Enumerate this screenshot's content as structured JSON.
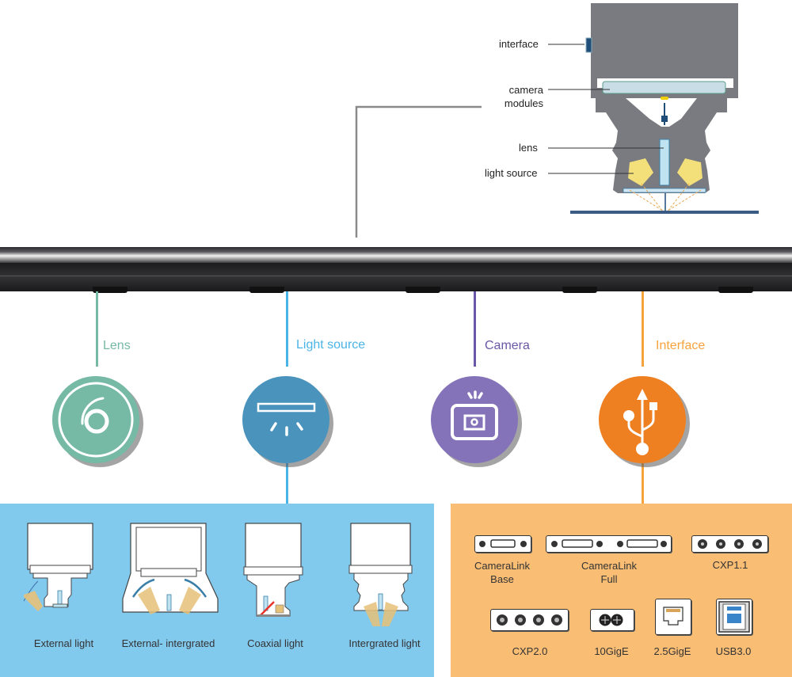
{
  "top_diagram": {
    "labels": {
      "interface": "interface",
      "camera_modules": "camera\nmodules",
      "lens": "lens",
      "light_source": "light source"
    }
  },
  "categories": [
    {
      "id": "lens",
      "label": "Lens",
      "color": "#76b9a5",
      "icon": "lens-icon"
    },
    {
      "id": "light",
      "label": "Light source",
      "color": "#4a93bd",
      "line_color": "#4bb4e6",
      "icon": "light-source-icon"
    },
    {
      "id": "camera",
      "label": "Camera",
      "color": "#8573b9",
      "line_color": "#6b57a7",
      "icon": "camera-icon"
    },
    {
      "id": "interface",
      "label": "Interface",
      "color": "#ee8022",
      "line_color": "#f6a33e",
      "icon": "usb-icon"
    }
  ],
  "light_types": [
    {
      "label": "External light"
    },
    {
      "label": "External- intergrated"
    },
    {
      "label": "Coaxial light"
    },
    {
      "label": "Intergrated light"
    }
  ],
  "interfaces": [
    {
      "label": "CameraLink\nBase"
    },
    {
      "label": "CameraLink\nFull"
    },
    {
      "label": "CXP1.1"
    },
    {
      "label": "CXP2.0"
    },
    {
      "label": "10GigE"
    },
    {
      "label": "2.5GigE"
    },
    {
      "label": "USB3.0"
    }
  ],
  "colors": {
    "blue_panel": "#82c9ee",
    "orange_panel": "#fabd74",
    "housing_gray": "#7a7b80"
  }
}
